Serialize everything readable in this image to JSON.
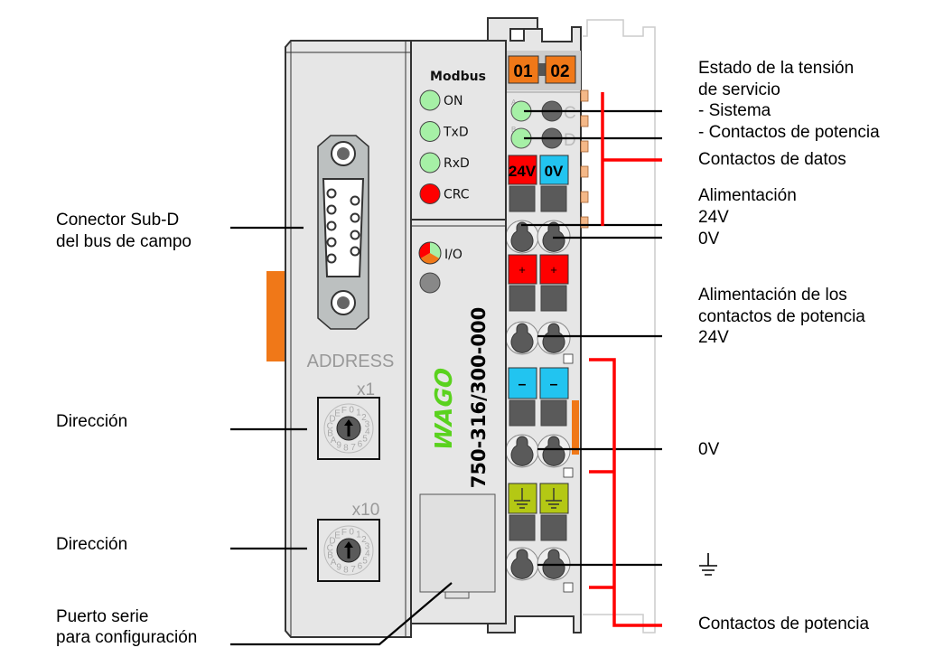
{
  "left_labels": {
    "subd_line1": "Conector Sub-D",
    "subd_line2": "del bus de campo",
    "address1": "Dirección",
    "address2": "Dirección",
    "serial_line1": "Puerto serie",
    "serial_line2": "para configuración"
  },
  "right_labels": {
    "status_line1": "Estado de la tensión",
    "status_line2": "de servicio",
    "status_line3": "- Sistema",
    "status_line4": "- Contactos de potencia",
    "data_contacts": "Contactos de datos",
    "supply_line1": "Alimentación",
    "supply_24v": "24V",
    "supply_0v": "0V",
    "power_supply_line1": "Alimentación de los",
    "power_supply_line2": "contactos de potencia",
    "power_supply_line3": "24V",
    "zero_v": "0V",
    "power_contacts": "Contactos de potencia"
  },
  "device": {
    "bus_name": "Modbus",
    "leds": [
      {
        "label": "ON",
        "color": "#a6f0a6"
      },
      {
        "label": "TxD",
        "color": "#a6f0a6"
      },
      {
        "label": "RxD",
        "color": "#a6f0a6"
      },
      {
        "label": "CRC",
        "color": "#ff0000"
      }
    ],
    "io_led_label": "I/O",
    "address_label": "ADDRESS",
    "switch_x1": "x1",
    "switch_x10": "x10",
    "switch_digits": "0123456789ABCDEF",
    "model": "750-316/300-000",
    "brand": "WAGO",
    "terminal_01": "01",
    "terminal_02": "02",
    "led_a": "A",
    "led_b": "B",
    "led_c": "C",
    "led_d": "D",
    "term_24v": "24V",
    "term_0v": "0V",
    "term_plus": "+",
    "term_minus": "–"
  },
  "colors": {
    "red": "#ff0000",
    "blue": "#22c4f0",
    "orange": "#f07818",
    "ground": "#b4c814",
    "wago_green": "#5ad21e"
  }
}
